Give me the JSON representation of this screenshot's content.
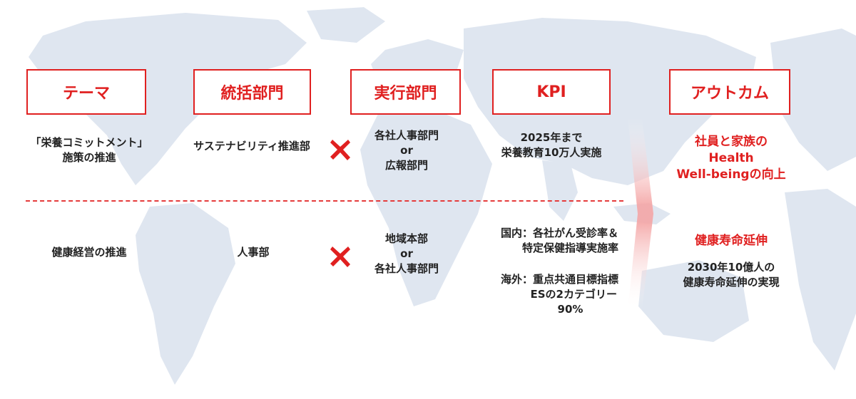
{
  "headers": {
    "theme": "テーマ",
    "oversight": "統括部門",
    "execution": "実行部門",
    "kpi": "KPI",
    "outcome": "アウトカム"
  },
  "row1": {
    "theme": [
      "「栄養コミットメント」",
      "施策の推進"
    ],
    "oversight": "サステナビリティ推進部",
    "execution": [
      "各社人事部門",
      "or",
      "広報部門"
    ],
    "kpi": [
      "2025年まで",
      "栄養教育10万人実施"
    ],
    "outcome": [
      "社員と家族の",
      "Health",
      "Well-beingの向上"
    ]
  },
  "row2": {
    "theme": "健康経営の推進",
    "oversight": "人事部",
    "execution": [
      "地域本部",
      "or",
      "各社人事部門"
    ],
    "kpi_domestic": [
      "国内：各社がん受診率＆",
      "特定保健指導実施率"
    ],
    "kpi_overseas": [
      "海外：重点共通目標指標",
      "ESの2カテゴリー",
      "90%"
    ],
    "outcome_title": "健康寿命延伸",
    "outcome_desc": [
      "2030年10億人の",
      "健康寿命延伸の実現"
    ]
  },
  "colors": {
    "accent": "#e02020",
    "map": "#dde4ef",
    "divider": "#e53b3b"
  },
  "icons": {
    "cross": "cross-icon",
    "arrow": "right-arrow-icon"
  }
}
